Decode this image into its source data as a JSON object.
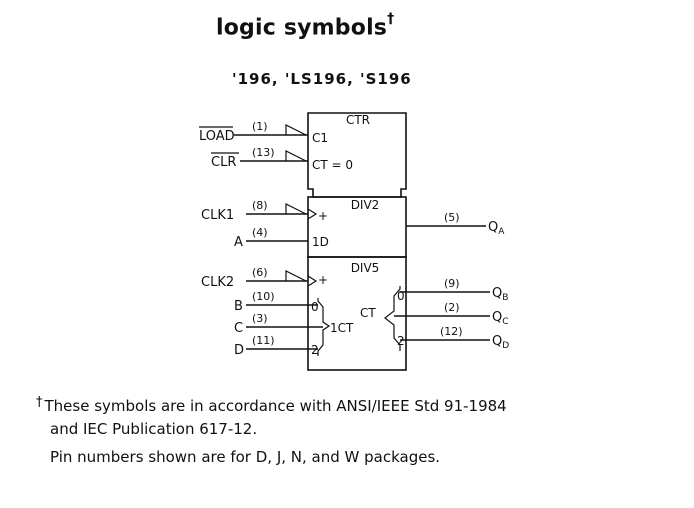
{
  "heading": {
    "title": "logic symbols",
    "title_mark": "†",
    "subtitle": "'196, 'LS196, 'S196"
  },
  "diagram": {
    "ctr": {
      "name": "CTR",
      "c1": "C1",
      "ct0": "CT = 0"
    },
    "div2": {
      "name": "DIV2",
      "plus": "+",
      "d1": "1D"
    },
    "div5": {
      "name": "DIV5",
      "plus": "+",
      "zero_in": "0",
      "two_in": "2",
      "onect": "1CT",
      "ct_out": "CT",
      "zero_out": "0",
      "two_out": "2"
    },
    "signals": {
      "load": "LOAD",
      "clr": "CLR",
      "clk1": "CLK1",
      "a": "A",
      "clk2": "CLK2",
      "b": "B",
      "c": "C",
      "d": "D",
      "qa": "Q",
      "qa_sub": "A",
      "qb": "Q",
      "qb_sub": "B",
      "qc": "Q",
      "qc_sub": "C",
      "qd": "Q",
      "qd_sub": "D"
    },
    "pins": {
      "load": "(1)",
      "clr": "(13)",
      "clk1": "(8)",
      "a": "(4)",
      "clk2": "(6)",
      "b": "(10)",
      "c": "(3)",
      "d": "(11)",
      "qa": "(5)",
      "qb": "(9)",
      "qc": "(2)",
      "qd": "(12)"
    }
  },
  "notes": {
    "line1_mark": "†",
    "line1": "These symbols are in accordance with ANSI/IEEE Std 91-1984",
    "line2": "and IEC Publication 617-12.",
    "line3": "Pin numbers shown are for D, J, N, and W packages."
  }
}
